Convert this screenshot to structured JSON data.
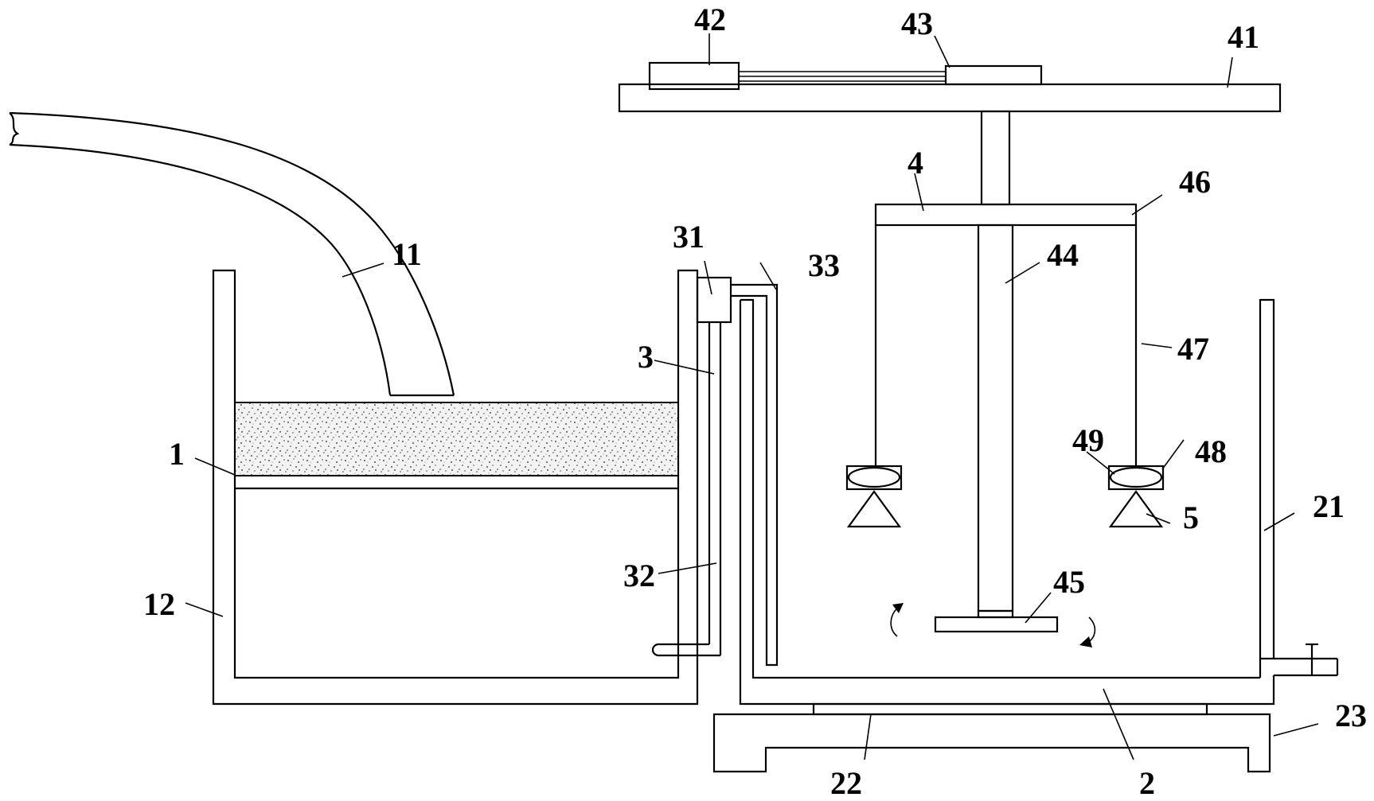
{
  "labels": {
    "l1": "1",
    "l11": "11",
    "l12": "12",
    "l2": "2",
    "l21": "21",
    "l22": "22",
    "l23": "23",
    "l3": "3",
    "l31": "31",
    "l32": "32",
    "l33": "33",
    "l4": "4",
    "l41": "41",
    "l42": "42",
    "l43": "43",
    "l44": "44",
    "l45": "45",
    "l46": "46",
    "l47": "47",
    "l48": "48",
    "l49": "49",
    "l5": "5"
  }
}
